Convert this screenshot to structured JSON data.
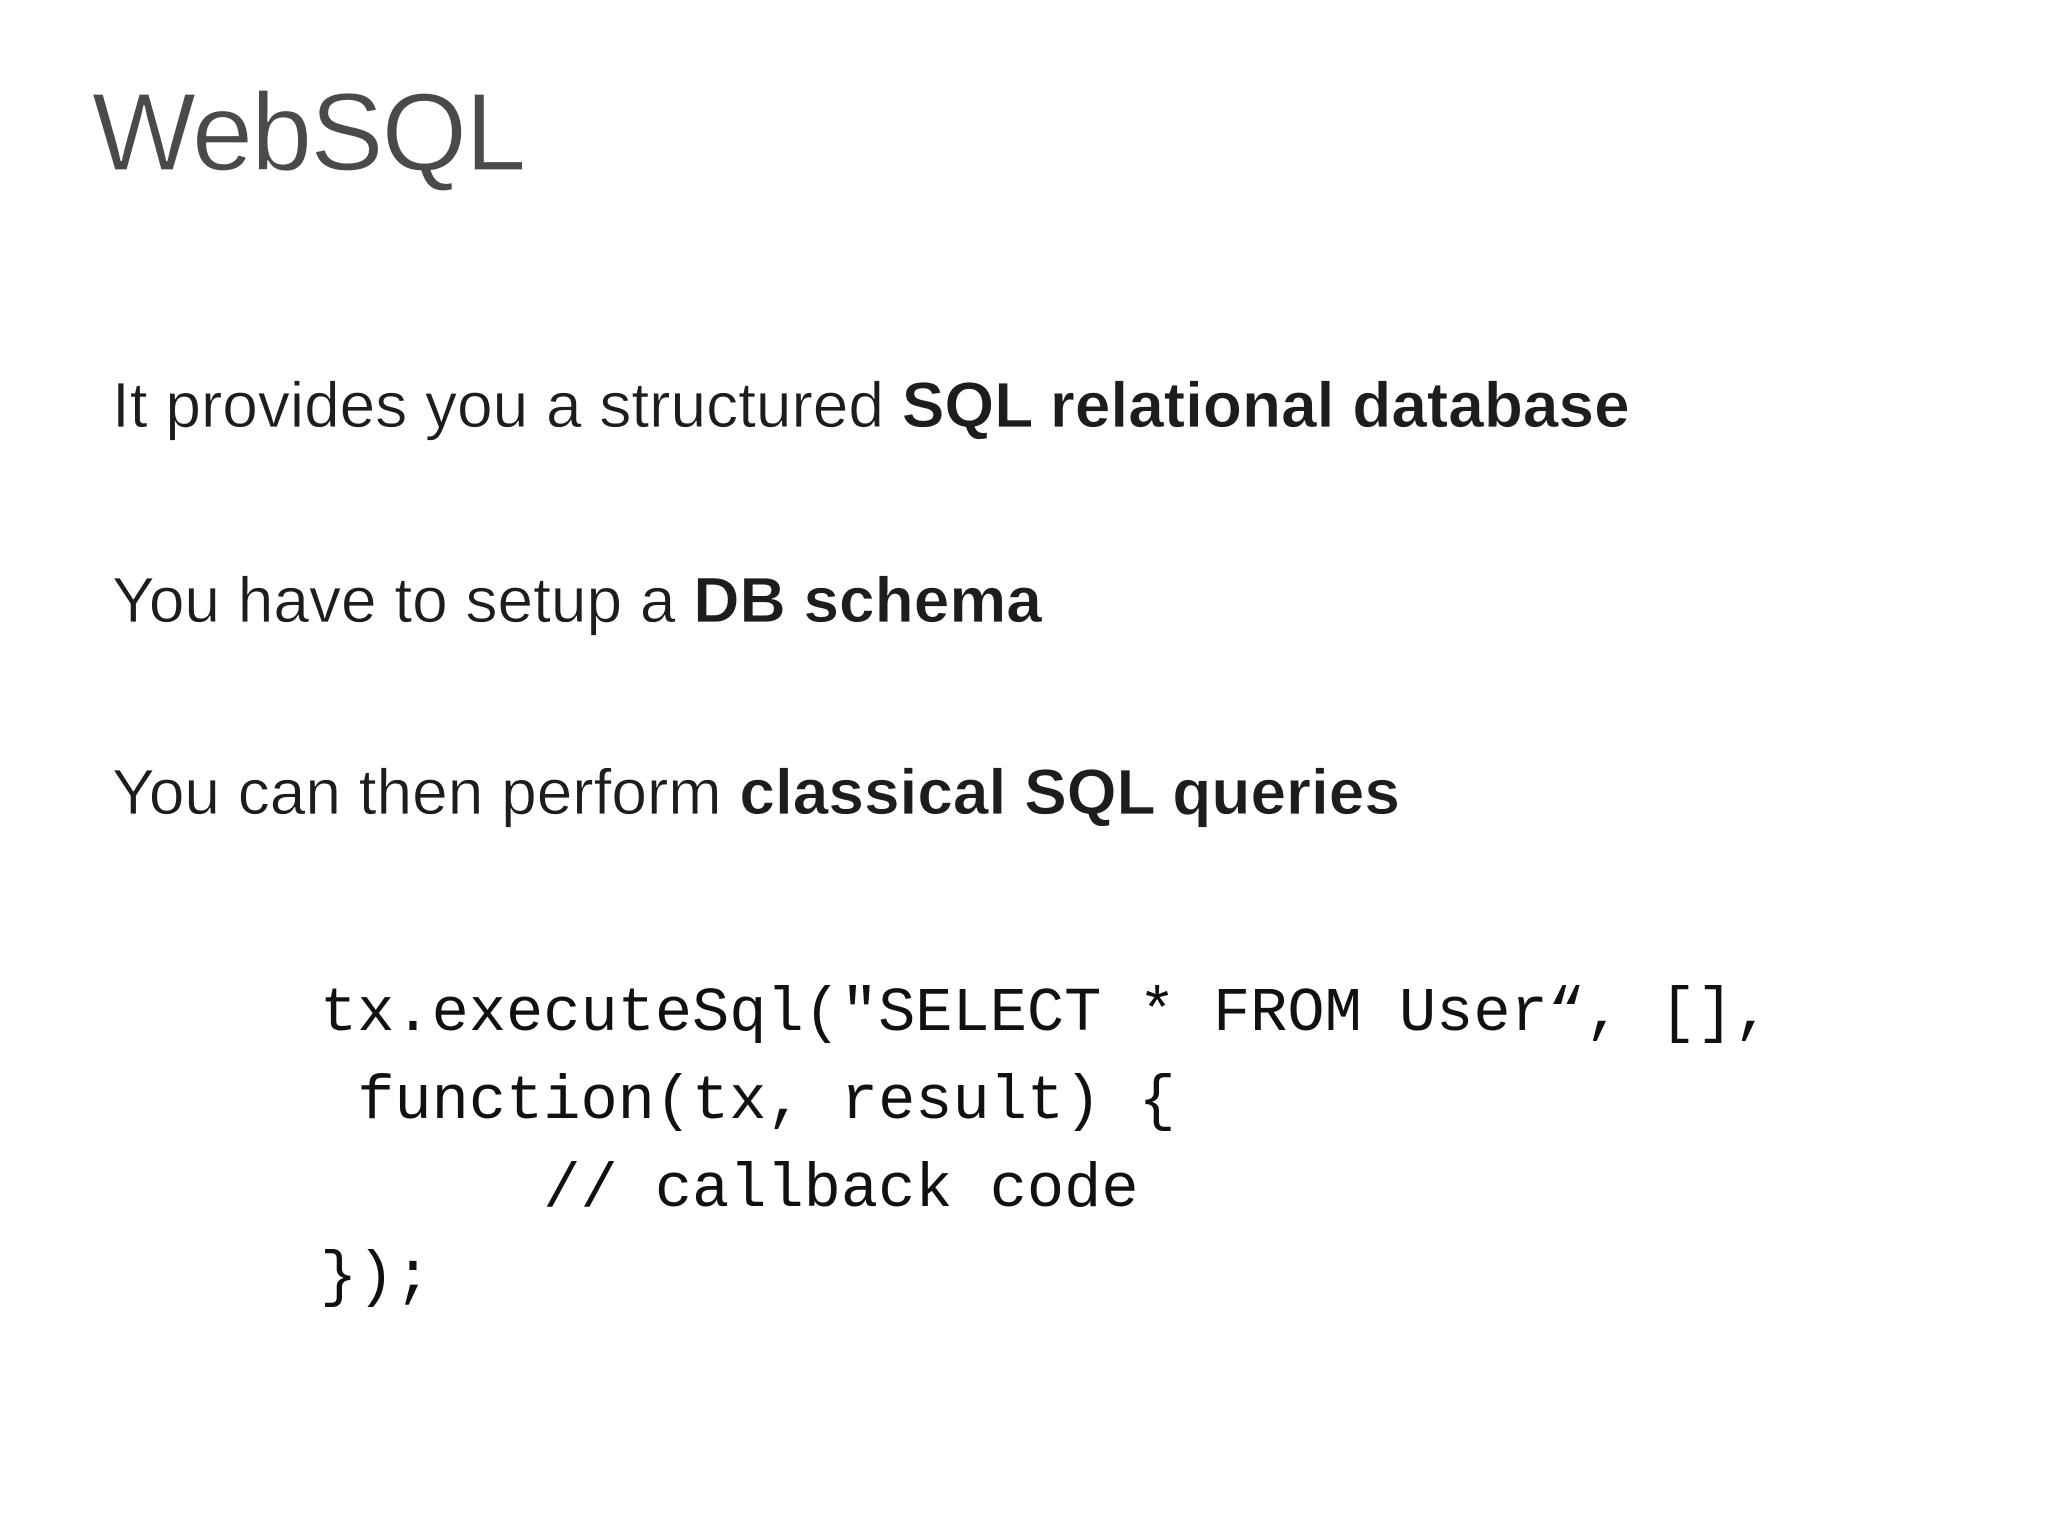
{
  "slide": {
    "title": "WebSQL",
    "paragraphs": [
      {
        "regular": "It provides you a structured ",
        "bold": "SQL relational database"
      },
      {
        "regular": "You have to setup a ",
        "bold": "DB schema"
      },
      {
        "regular": "You can then perform ",
        "bold": "classical SQL queries"
      }
    ],
    "code_lines": [
      "tx.executeSql(\"SELECT * FROM User“, [],",
      " function(tx, result) {",
      "      // callback code",
      "});"
    ],
    "colors": {
      "background": "#ffffff",
      "title": "#4a4a4a",
      "body": "#1d1d1d",
      "code": "#111111"
    }
  }
}
